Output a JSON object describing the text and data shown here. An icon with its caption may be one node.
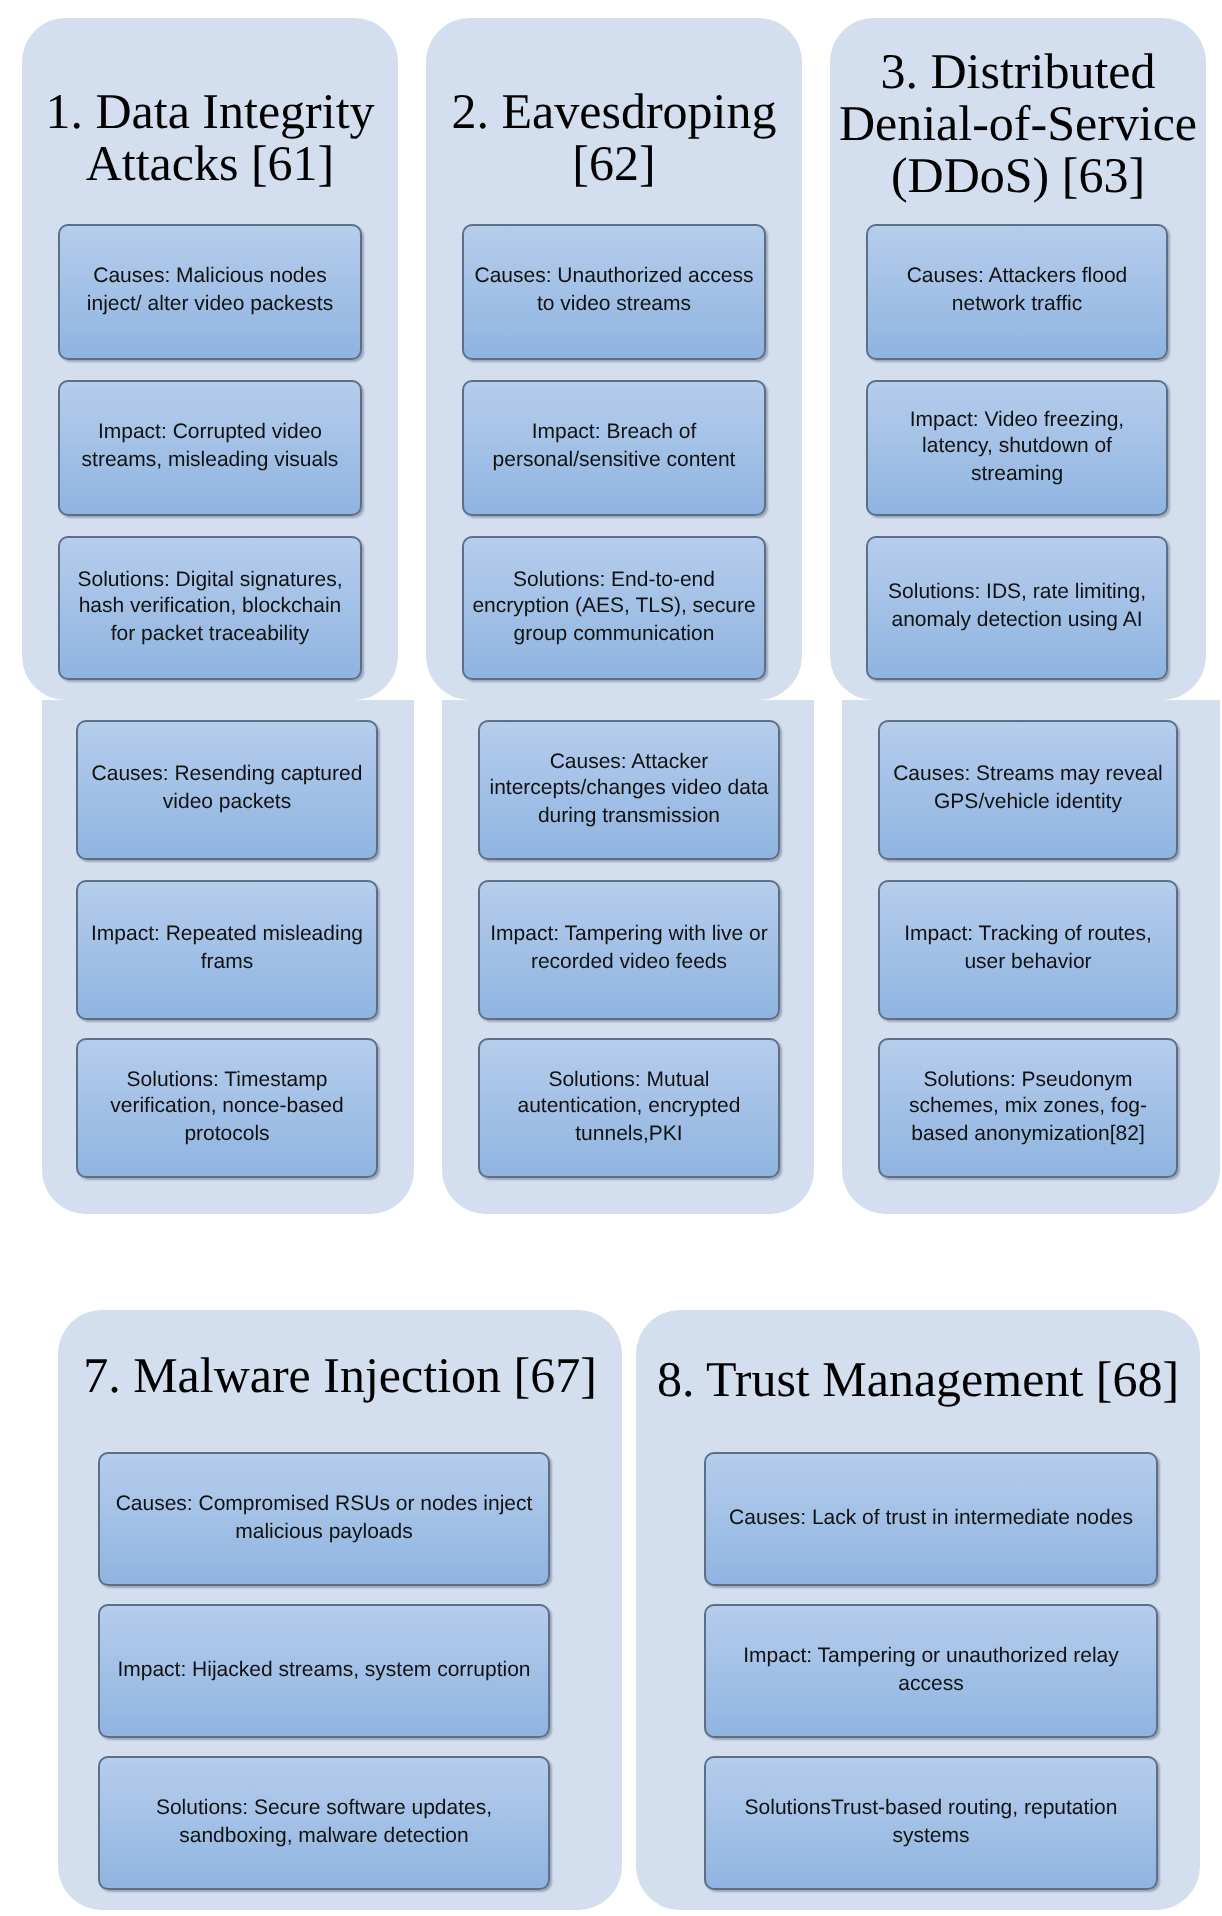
{
  "diagram": {
    "nodes": [
      {
        "text": [
          "1. Data Integrity Attacks [61]"
        ]
      },
      {
        "text": [
          "Causes: Malicious nodes inject/ alter video packests"
        ],
        "in": 0
      },
      {
        "text": [
          "Impact: Corrupted video streams, misleading visuals"
        ],
        "in": 0
      },
      {
        "text": [
          "Solutions: Digital signatures, hash verification, blockchain for packet traceability"
        ],
        "in": 0
      },
      {
        "text": [
          "2. Eavesdroping [62]"
        ]
      },
      {
        "text": [
          "Causes: Unauthorized access to video streams"
        ],
        "in": 4
      },
      {
        "text": [
          "Impact: Breach of personal/sensitive content"
        ],
        "in": 4
      },
      {
        "text": [
          "Solutions: End-to-end encryption (AES, TLS), secure group communication"
        ],
        "in": 4
      },
      {
        "text": [
          "3. Distributed Denial-of-Service (DDoS) [63]"
        ]
      },
      {
        "text": [
          "Causes: Attackers flood network traffic"
        ],
        "in": 8
      },
      {
        "text": [
          "Impact: Video freezing, latency, shutdown of streaming"
        ],
        "in": 8
      },
      {
        "text": [
          "Solutions: IDS, rate limiting, anomaly detection using AI"
        ],
        "in": 8
      },
      {
        "text": [],
        "shape": "box"
      },
      {
        "text": [
          "Causes: Resending captured video packets"
        ],
        "in": 12
      },
      {
        "text": [
          "Impact: Repeated misleading frams"
        ],
        "in": 12
      },
      {
        "text": [
          "Solutions: Timestamp verification, nonce-based protocols"
        ],
        "in": 12
      },
      {
        "text": [],
        "shape": "box"
      },
      {
        "text": [
          "Causes: Attacker intercepts/changes video data during transmission"
        ],
        "in": 16
      },
      {
        "text": [
          "Impact: Tampering with live or recorded video feeds"
        ],
        "in": 16
      },
      {
        "text": [
          "Solutions: Mutual autentication, encrypted tunnels,PKI"
        ],
        "in": 16
      },
      {
        "text": [],
        "shape": "box"
      },
      {
        "text": [
          "Causes: Streams may reveal GPS/vehicle identity"
        ],
        "in": 20
      },
      {
        "text": [
          "Impact: Tracking of routes, user behavior"
        ],
        "in": 20
      },
      {
        "text": [
          "Solutions: Pseudonym schemes, mix zones, fog-based anonymization[82]"
        ],
        "in": 20
      },
      {
        "text": [
          "7. Malware Injection [67]"
        ]
      },
      {
        "text": [
          "Causes: Compromised RSUs or nodes inject malicious payloads"
        ],
        "in": 24
      },
      {
        "text": [
          "Impact: Hijacked streams, system corruption"
        ],
        "in": 24
      },
      {
        "text": [
          "Solutions: Secure software updates, sandboxing, malware detection"
        ],
        "in": 24
      },
      {
        "text": [
          "8. Trust Management [68]"
        ]
      },
      {
        "text": [
          "Causes: Lack of trust in intermediate nodes"
        ],
        "in": 28
      },
      {
        "text": [
          "Impact: Tampering or unauthorized relay access"
        ],
        "in": 28
      },
      {
        "text": [
          "SolutionsTrust-based routing, reputation systems"
        ],
        "in": 28
      }
    ]
  }
}
